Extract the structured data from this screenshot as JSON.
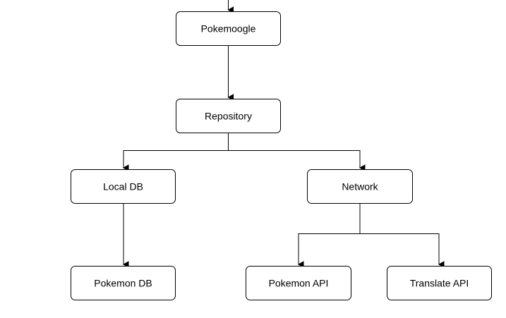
{
  "diagram": {
    "nodes": {
      "pokemoogle": {
        "label": "Pokemoogle"
      },
      "repository": {
        "label": "Repository"
      },
      "local_db": {
        "label": "Local DB"
      },
      "network": {
        "label": "Network"
      },
      "pokemon_db": {
        "label": "Pokemon DB"
      },
      "pokemon_api": {
        "label": "Pokemon API"
      },
      "translate_api": {
        "label": "Translate API"
      }
    },
    "edges": [
      {
        "from": "",
        "to": "pokemoogle"
      },
      {
        "from": "pokemoogle",
        "to": "repository"
      },
      {
        "from": "repository",
        "to": "local_db"
      },
      {
        "from": "repository",
        "to": "network"
      },
      {
        "from": "local_db",
        "to": "pokemon_db"
      },
      {
        "from": "network",
        "to": "pokemon_api"
      },
      {
        "from": "network",
        "to": "translate_api"
      }
    ],
    "colors": {
      "stroke": "#000000",
      "fill": "#ffffff",
      "text": "#000000"
    }
  }
}
